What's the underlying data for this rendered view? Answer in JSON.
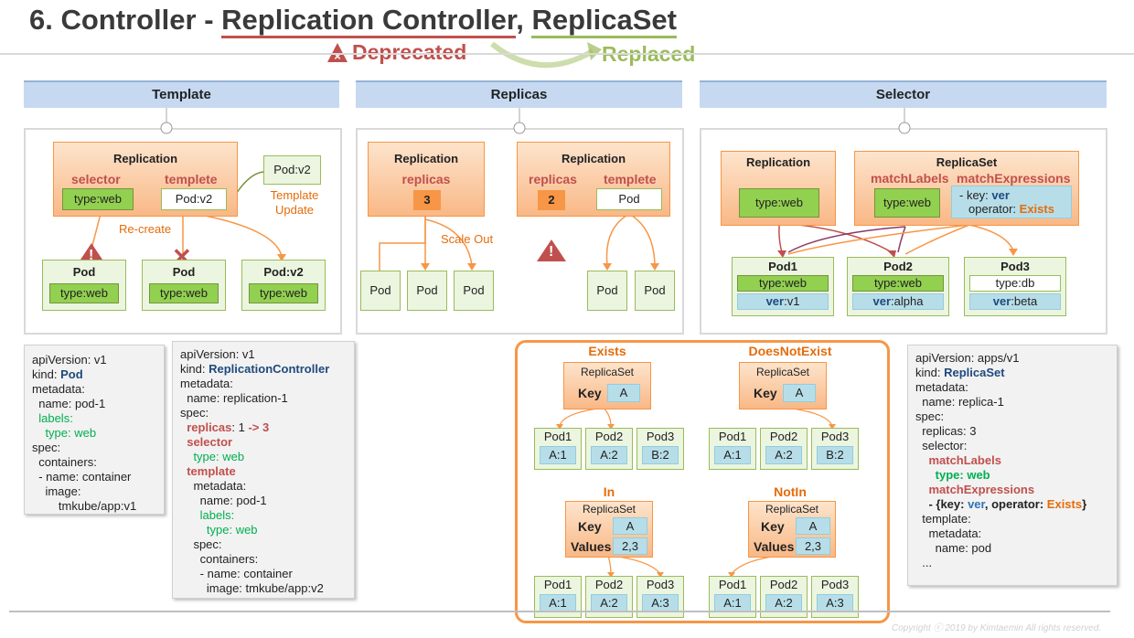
{
  "title": {
    "prefix": "6. Controller - ",
    "rc": "Replication Controller",
    "comma": ", ",
    "rs": "ReplicaSet",
    "deprecated": "Deprecated",
    "replaced": "Replaced"
  },
  "headers": {
    "template": "Template",
    "replicas": "Replicas",
    "selector": "Selector"
  },
  "template_panel": {
    "replication_title": "Replication",
    "selector_label": "selector",
    "templete_label": "templete",
    "selector_tag": "type:web",
    "templete_tag": "Pod:v2",
    "podv2_box": "Pod:v2",
    "template_update": "Template\nUpdate",
    "recreate": "Re-create",
    "pod1_title": "Pod",
    "pod1_tag": "type:web",
    "pod2_title": "Pod",
    "pod2_tag": "type:web",
    "pod3_title": "Pod:v2",
    "pod3_tag": "type:web"
  },
  "replicas_panel": {
    "r1_title": "Replication",
    "r1_label": "replicas",
    "r1_value": "3",
    "scale_out": "Scale Out",
    "pods_left": [
      "Pod",
      "Pod",
      "Pod"
    ],
    "r2_title": "Replication",
    "r2_label": "replicas",
    "r2_value": "2",
    "r2_templete": "templete",
    "r2_pod": "Pod",
    "pods_right": [
      "Pod",
      "Pod"
    ]
  },
  "selector_panel": {
    "rep_title": "Replication",
    "rep_tag": "type:web",
    "rs_title": "ReplicaSet",
    "match_labels": "matchLabels",
    "match_expressions": "matchExpressions",
    "rs_tag": "type:web",
    "expr_key_label": "- key: ",
    "expr_key": "ver",
    "expr_op_label": "operator: ",
    "expr_op": "Exists",
    "pod1": {
      "title": "Pod1",
      "type": "type:web",
      "ver_k": "ver",
      "ver_v": ":v1"
    },
    "pod2": {
      "title": "Pod2",
      "type": "type:web",
      "ver_k": "ver",
      "ver_v": ":alpha"
    },
    "pod3": {
      "title": "Pod3",
      "type": "type:db",
      "ver_k": "ver",
      "ver_v": ":beta"
    }
  },
  "yaml_pod": {
    "l1": "apiVersion: v1",
    "l2a": "kind: ",
    "l2b": "Pod",
    "l3": "metadata:",
    "l4": "  name: pod-1",
    "l5": "  labels:",
    "l6": "    type: web",
    "l7": "spec:",
    "l8": "  containers:",
    "l9": "  - name: container",
    "l10": "    image:",
    "l11": "        tmkube/app:v1"
  },
  "yaml_rc": {
    "l1": "apiVersion: v1",
    "l2a": "kind: ",
    "l2b": "ReplicationController",
    "l3": "metadata:",
    "l4": "  name: replication-1",
    "l5": "spec:",
    "l6a": "  replicas",
    "l6b": ": 1 ",
    "l6c": "-> 3",
    "l7": "  selector",
    "l8": "    type: web",
    "l9": "  template",
    "l10": "    metadata:",
    "l11": "      name: pod-1",
    "l12": "      labels:",
    "l13": "        type: web",
    "l14": "    spec:",
    "l15": "      containers:",
    "l16": "      - name: container",
    "l17": "        image: tmkube/app:v2"
  },
  "yaml_rs": {
    "l1": "apiVersion: apps/v1",
    "l2a": "kind: ",
    "l2b": "ReplicaSet",
    "l3": "metadata:",
    "l4": "  name: replica-1",
    "l5": "spec:",
    "l6": "  replicas: 3",
    "l7": "  selector:",
    "l8": "    matchLabels",
    "l9": "      type: web",
    "l10": "    matchExpressions",
    "l11a": "    - {key: ",
    "l11b": "ver",
    "l11c": ", operator: ",
    "l11d": "Exists",
    "l11e": "}",
    "l12": "  template:",
    "l13": "    metadata:",
    "l14": "      name: pod",
    "l15": "  ..."
  },
  "operators": {
    "exists": {
      "title": "Exists",
      "rs": "ReplicaSet",
      "key_label": "Key",
      "key": "A",
      "pods": [
        [
          "Pod1",
          "A:1"
        ],
        [
          "Pod2",
          "A:2"
        ],
        [
          "Pod3",
          "B:2"
        ]
      ]
    },
    "doesnotexist": {
      "title": "DoesNotExist",
      "rs": "ReplicaSet",
      "key_label": "Key",
      "key": "A",
      "pods": [
        [
          "Pod1",
          "A:1"
        ],
        [
          "Pod2",
          "A:2"
        ],
        [
          "Pod3",
          "B:2"
        ]
      ]
    },
    "in": {
      "title": "In",
      "rs": "ReplicaSet",
      "key_label": "Key",
      "key": "A",
      "values_label": "Values",
      "values": "2,3",
      "pods": [
        [
          "Pod1",
          "A:1"
        ],
        [
          "Pod2",
          "A:2"
        ],
        [
          "Pod3",
          "A:3"
        ]
      ]
    },
    "notin": {
      "title": "NotIn",
      "rs": "ReplicaSet",
      "key_label": "Key",
      "key": "A",
      "values_label": "Values",
      "values": "2,3",
      "pods": [
        [
          "Pod1",
          "A:1"
        ],
        [
          "Pod2",
          "A:2"
        ],
        [
          "Pod3",
          "A:3"
        ]
      ]
    }
  },
  "footer": "Copyright ⓒ 2019 by Kimtaemin All rights reserved."
}
